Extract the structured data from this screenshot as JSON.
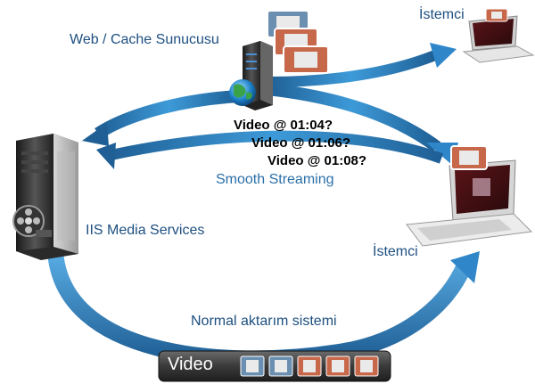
{
  "labels": {
    "web_cache_server": "Web / Cache Sunucusu",
    "client_top": "İstemci",
    "client_bottom": "İstemci",
    "iis_media_services": "IIS Media Services",
    "smooth_streaming": "Smooth Streaming",
    "normal_transfer": "Normal aktarım sistemi",
    "video_bar": "Video"
  },
  "requests": [
    "Video @ 01:04?",
    "Video @ 01:06?",
    "Video @ 01:08?"
  ],
  "colors": {
    "arrow_blue": "#2f86c9",
    "arrow_dark": "#1f5f95",
    "label_blue": "#1d4f80",
    "frame_orange": "#c8684a",
    "frame_blue": "#6a8fb0",
    "video_bar_bg": "#3a3a3a"
  },
  "icons": {
    "main_server": "tower-server-icon",
    "cache_server": "rack-server-icon",
    "globe": "globe-icon",
    "film_reel": "film-reel-icon",
    "laptop": "laptop-icon",
    "video_frame": "video-frame-icon"
  }
}
